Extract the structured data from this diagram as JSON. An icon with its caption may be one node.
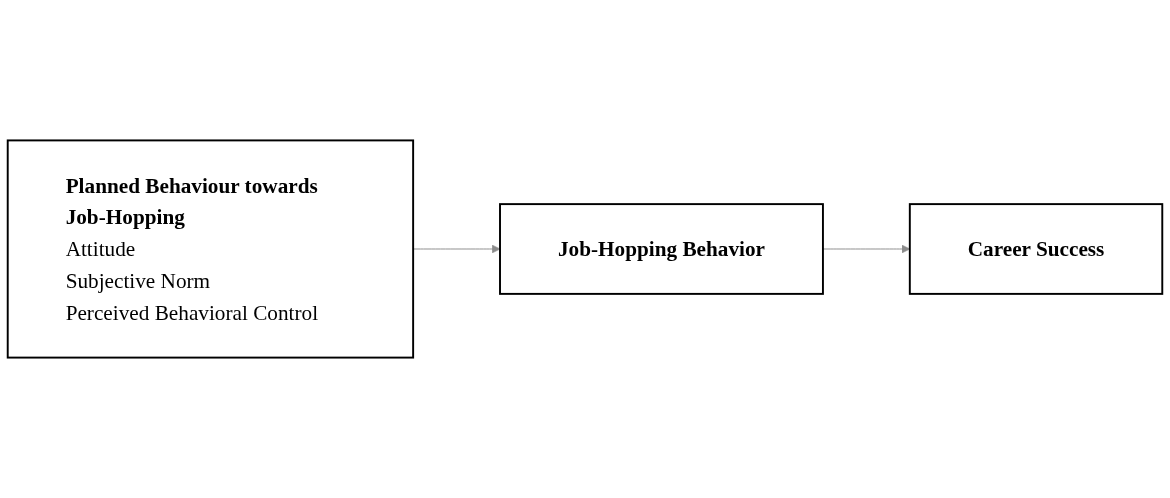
{
  "diagram": {
    "nodes": [
      {
        "text": [
          "Planned Behaviour towards Job-Hopping",
          "Attitude",
          "Subjective Norm",
          "Perceived Behavioral Control"
        ]
      },
      {
        "text": [
          "Job-Hopping Behavior"
        ]
      },
      {
        "text": [
          "Career Success"
        ]
      }
    ],
    "edges": [
      {
        "from": 0,
        "to": 1,
        "arrow": "to"
      },
      {
        "from": 1,
        "to": 2,
        "arrow": "to"
      }
    ]
  }
}
